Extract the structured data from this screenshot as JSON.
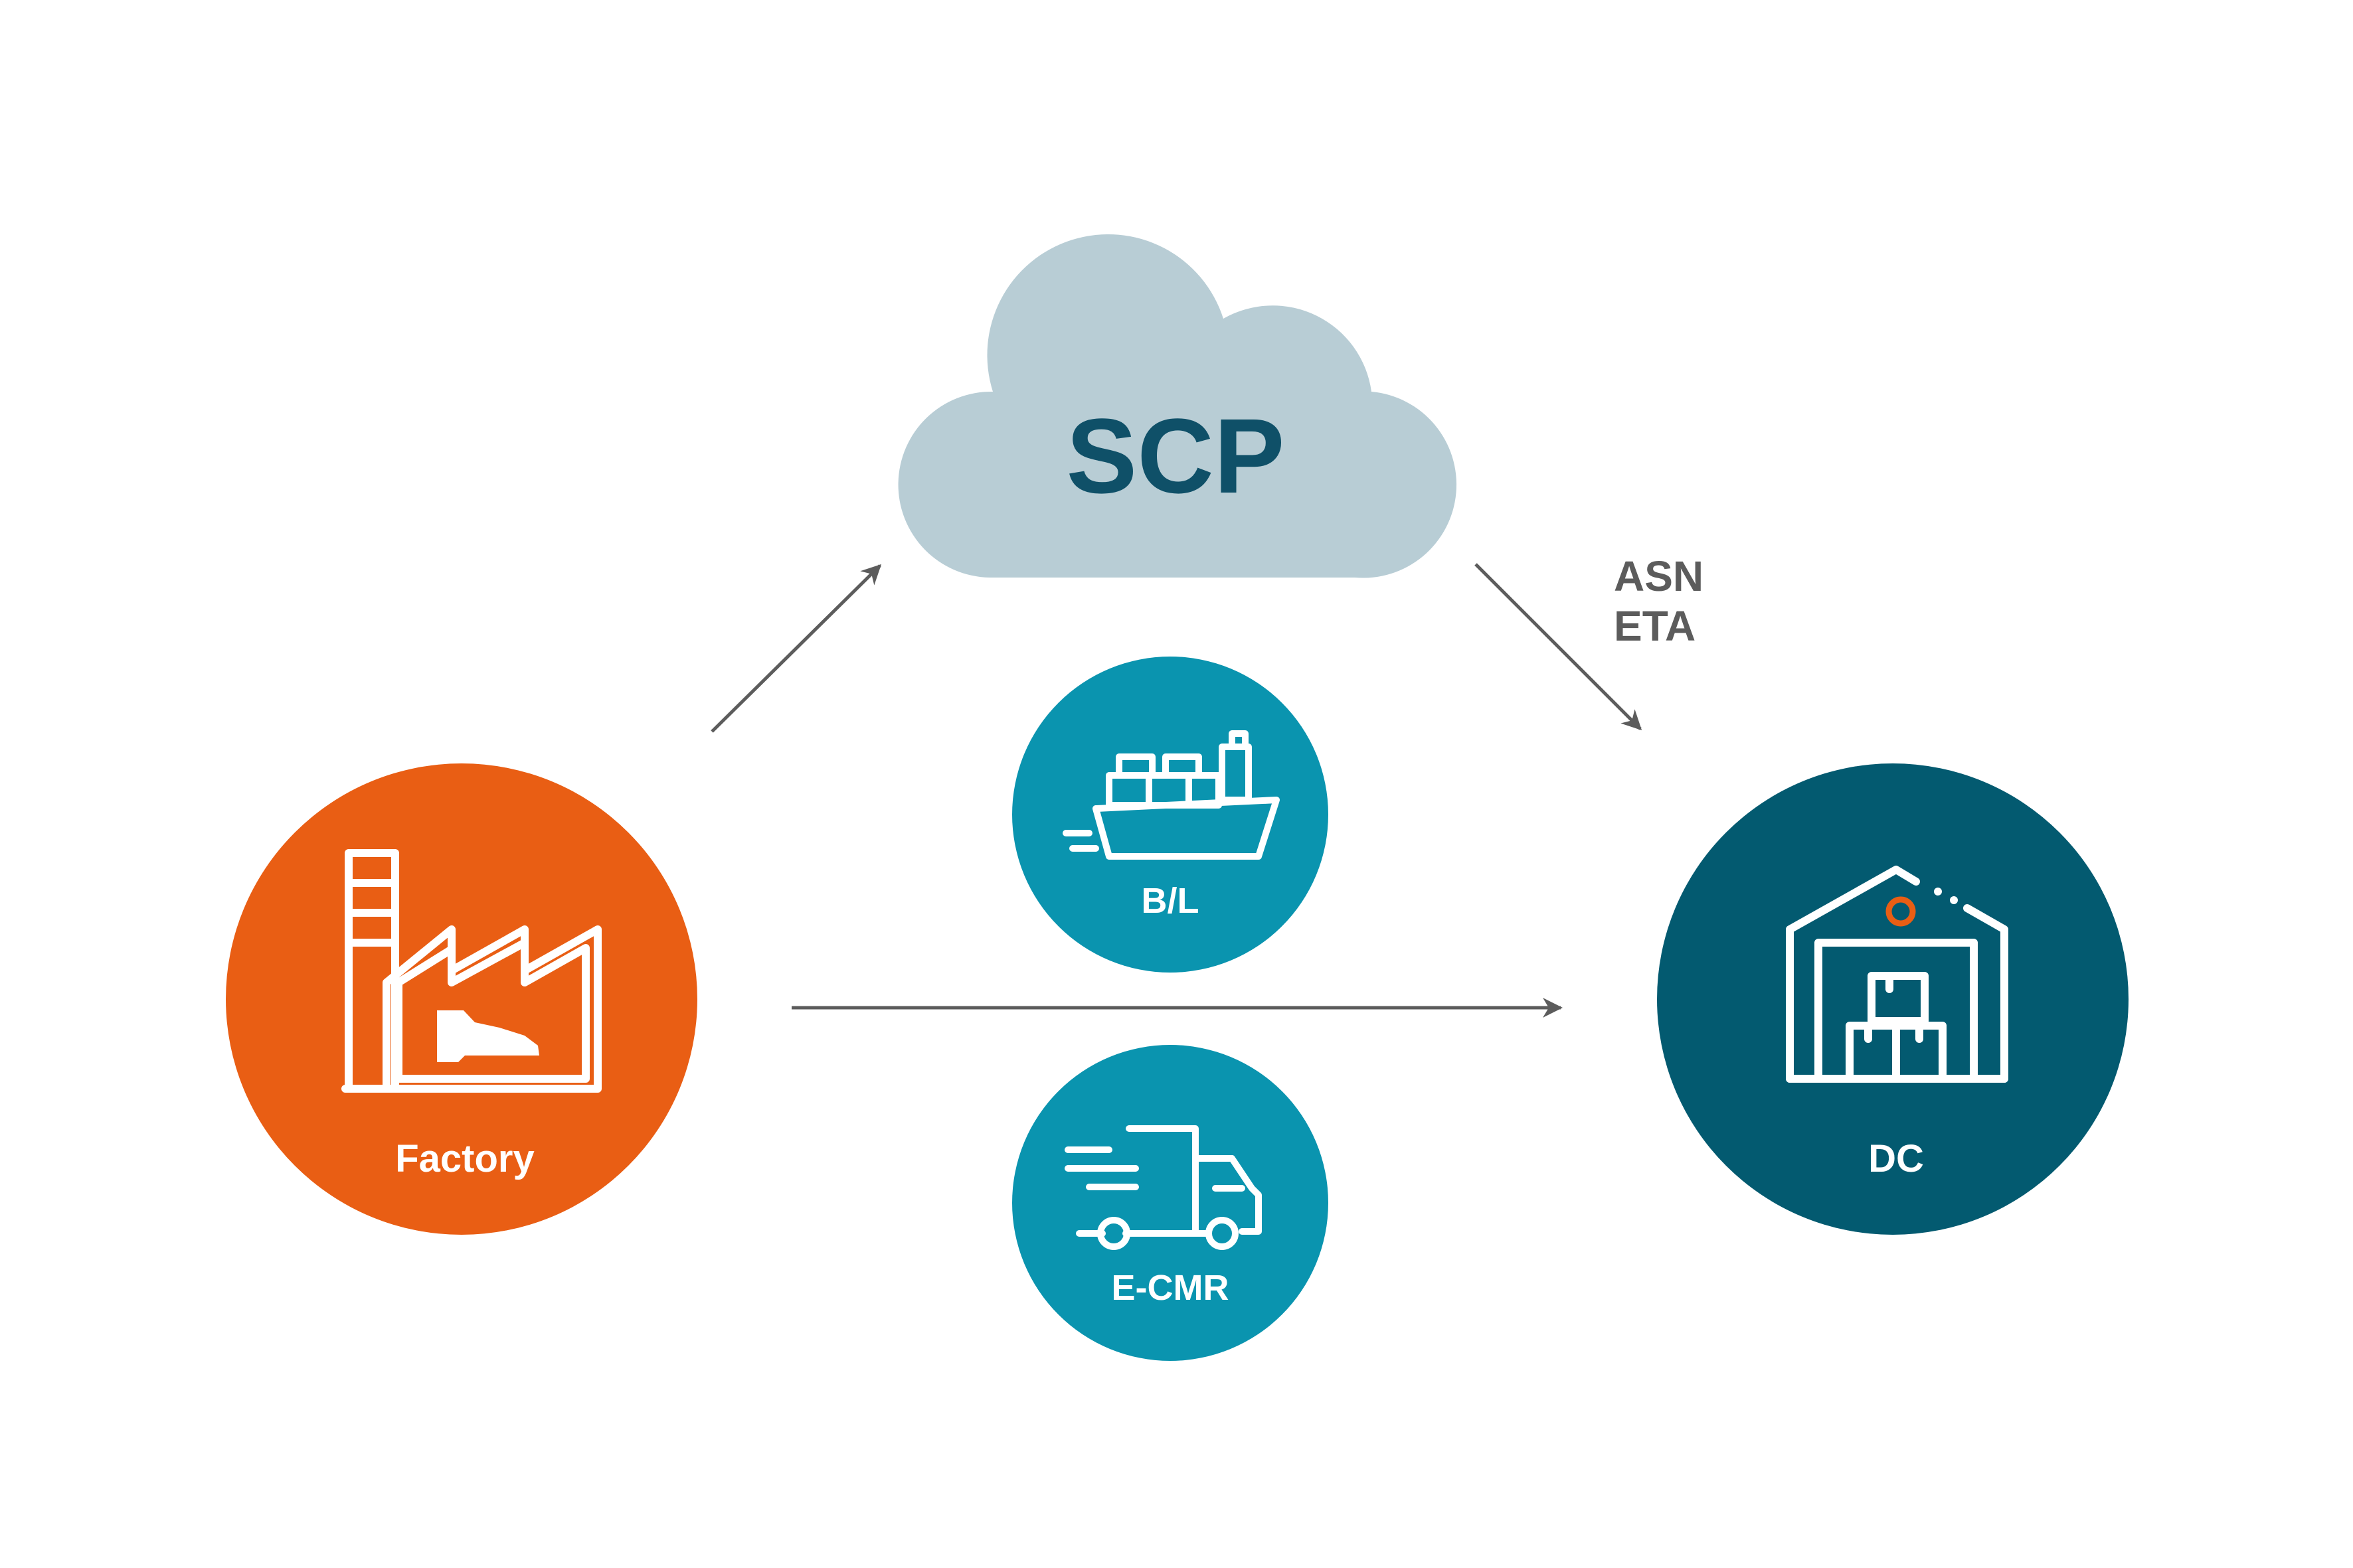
{
  "diagram": {
    "cloud": {
      "label": "SCP",
      "icon": "cloud-icon"
    },
    "nodes": {
      "factory": {
        "label": "Factory",
        "icon": "factory-icon"
      },
      "dc": {
        "label": "DC",
        "icon": "warehouse-icon"
      },
      "ship": {
        "label": "B/L",
        "icon": "cargo-ship-icon"
      },
      "truck": {
        "label": "E-CMR",
        "icon": "truck-icon"
      }
    },
    "edge_labels": {
      "asn": "ASN",
      "eta": "ETA"
    }
  },
  "colors": {
    "orange": "#E95E14",
    "teal": "#0A94AF",
    "dark_teal": "#035A70",
    "cloud": "#B8CDD5",
    "cloud_text": "#0F5068",
    "arrow": "#5C5C5C",
    "label_gray": "#5C5C5C",
    "white": "#FFFFFF",
    "accent_dot": "#E95E14"
  }
}
